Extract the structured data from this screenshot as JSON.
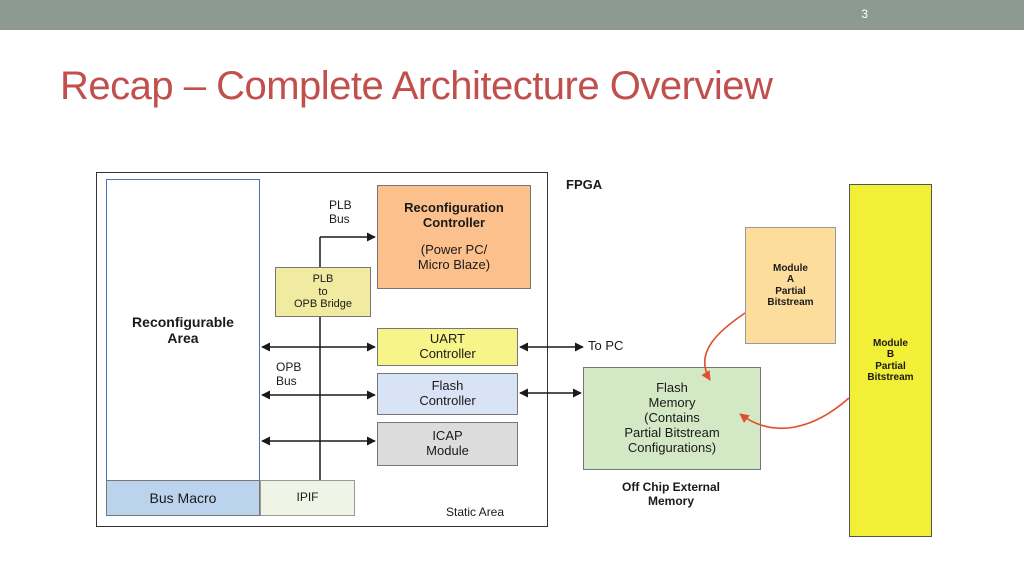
{
  "slide": {
    "number": "3",
    "title": "Recap – Complete Architecture Overview"
  },
  "diagram": {
    "fpga_label": "FPGA",
    "reconfigurable_area": "Reconfigurable\nArea",
    "bus_macro": "Bus Macro",
    "ipif": "IPIF",
    "static_area": "Static Area",
    "plb_bus": "PLB\nBus",
    "opb_bus": "OPB\nBus",
    "plb_opb_bridge": "PLB\nto\nOPB Bridge",
    "reconfig_controller": {
      "title": "Reconfiguration\nController",
      "subtitle": "(Power PC/\nMicro Blaze)"
    },
    "uart_controller": "UART\nController",
    "flash_controller": "Flash\nController",
    "icap_module": "ICAP\nModule",
    "to_pc": "To PC",
    "flash_memory": "Flash\nMemory\n(Contains\nPartial Bitstream\nConfigurations)",
    "off_chip_memory": "Off Chip External\nMemory",
    "module_a": "Module\nA\nPartial\nBitstream",
    "module_b": "Module\nB\nPartial\nBitstream"
  },
  "colors": {
    "title": "#c0504d",
    "topbar": "#8d9a93",
    "reconfigurable_border": "#4472c4",
    "bus_macro_fill": "#bcd3ee",
    "bridge_fill": "#f1eba2",
    "reconfig_fill": "#fbc08b",
    "uart_fill": "#f7f48a",
    "flash_ctrl_fill": "#d9e3f6",
    "icap_fill": "#dcdcdc",
    "flash_mem_fill": "#d3e8c4",
    "module_a_fill": "#fddd9c",
    "module_b_fill": "#f2ef37",
    "curve_arrow": "#e04e2b"
  }
}
